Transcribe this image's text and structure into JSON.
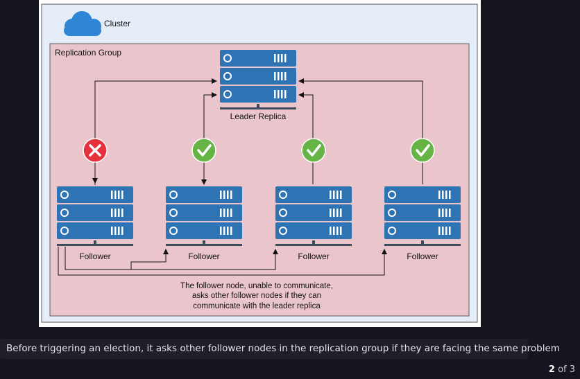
{
  "diagram": {
    "cluster_label": "Cluster",
    "group_label": "Replication Group",
    "leader_label": "Leader Replica",
    "follower_labels": [
      "Follower",
      "Follower",
      "Follower",
      "Follower"
    ],
    "follower_status": [
      "failed",
      "ok",
      "ok",
      "ok"
    ],
    "note_lines": [
      "The follower node, unable to communicate,",
      "asks other follower nodes if they can",
      "communicate with the leader replica"
    ],
    "colors": {
      "server": "#2e74b5",
      "cloud": "#2f86d6",
      "group_fill": "#eac6cc",
      "cluster_fill": "#e4edf8",
      "ok": "#67b446",
      "fail": "#e5313d"
    }
  },
  "caption": "Before triggering an election, it asks other follower nodes in the replication group if they are facing the same problem",
  "pager": {
    "current": "2",
    "of_total": "of 3"
  }
}
